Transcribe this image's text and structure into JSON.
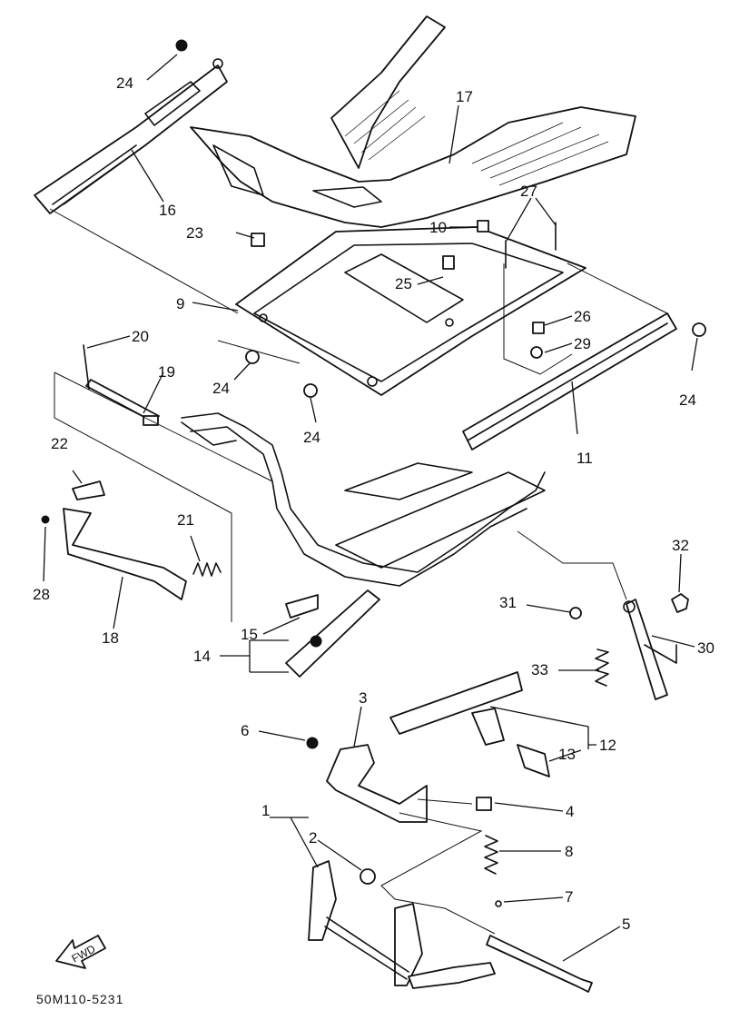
{
  "drawing_code": "50M110-5231",
  "fwd_label": "FWD",
  "callouts": {
    "c1": "1",
    "c2": "2",
    "c3": "3",
    "c4": "4",
    "c5": "5",
    "c6": "6",
    "c7": "7",
    "c8": "8",
    "c9": "9",
    "c10": "10",
    "c11": "11",
    "c12": "12",
    "c13": "13",
    "c14": "14",
    "c15": "15",
    "c16": "16",
    "c17": "17",
    "c18": "18",
    "c19": "19",
    "c20": "20",
    "c21": "21",
    "c22": "22",
    "c23": "23",
    "c24": "24",
    "c25": "25",
    "c26": "26",
    "c27": "27",
    "c28": "28",
    "c29": "29",
    "c30": "30",
    "c31": "31",
    "c32": "32",
    "c33": "33"
  }
}
